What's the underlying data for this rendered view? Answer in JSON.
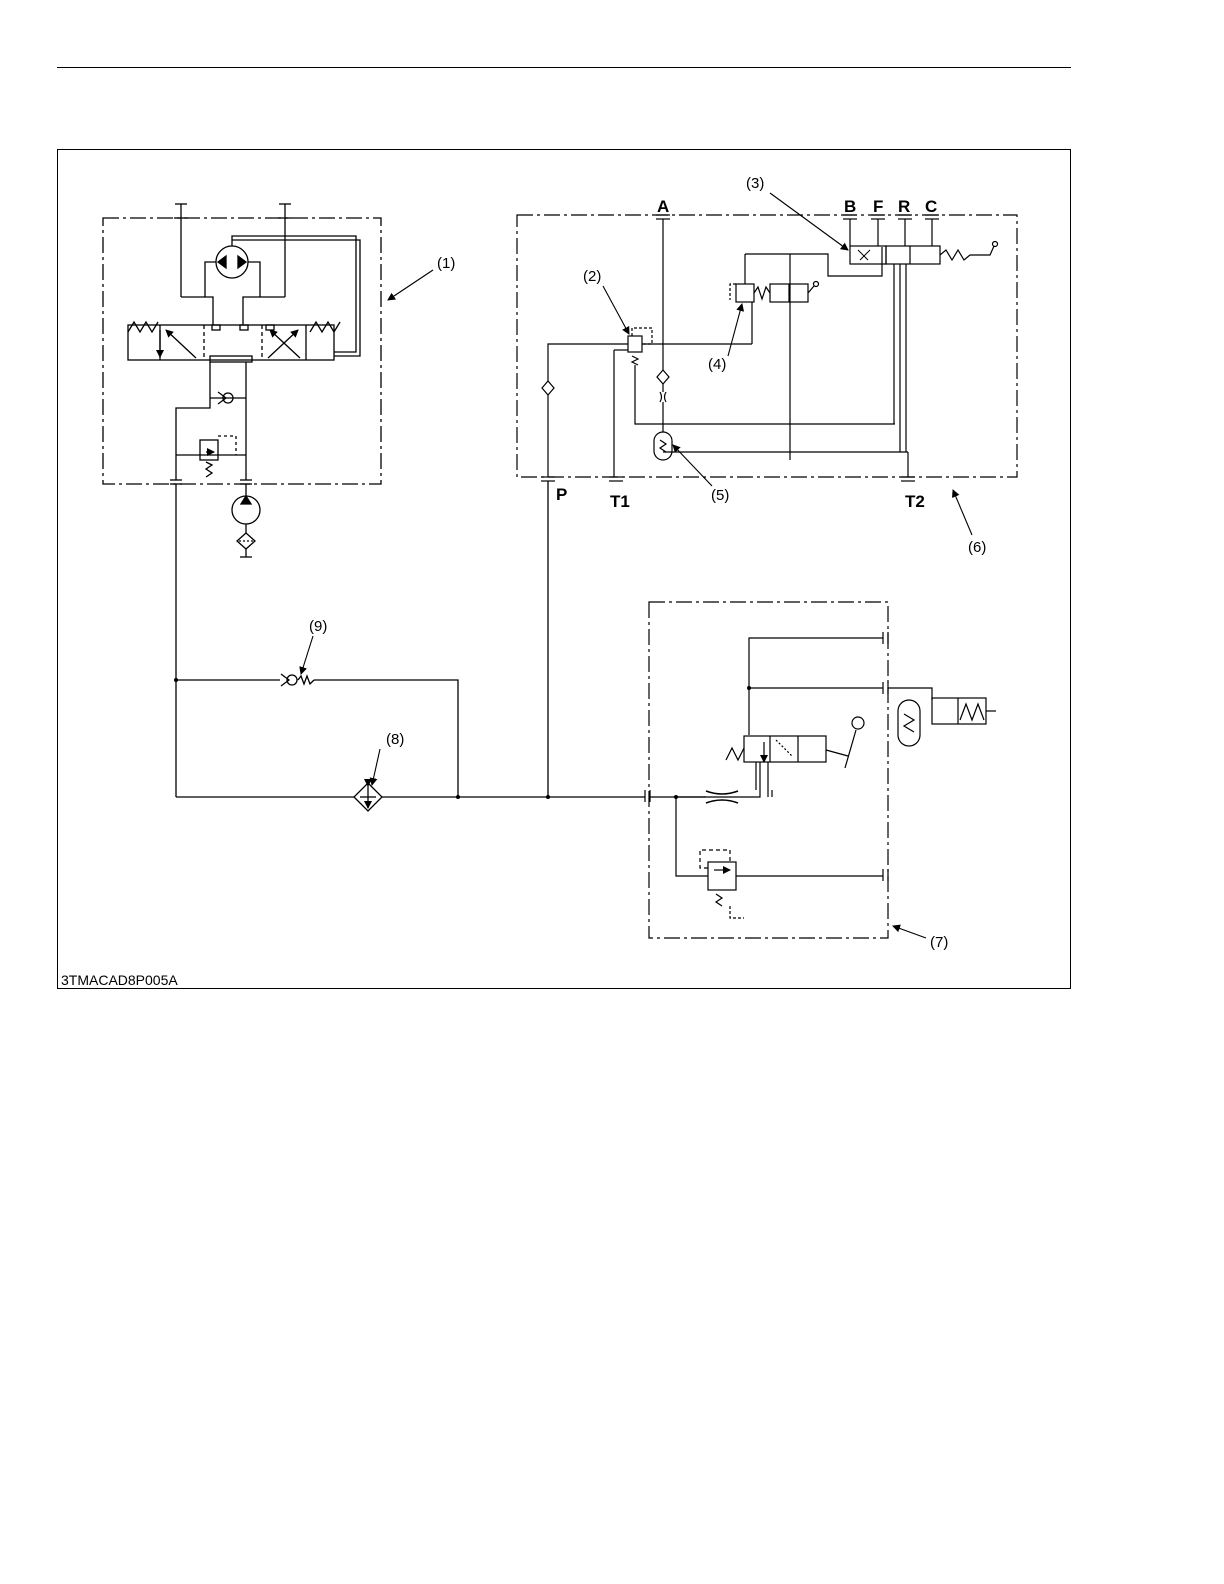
{
  "figure": {
    "code": "3TMACAD8P005A"
  },
  "ports": {
    "a": "A",
    "b": "B",
    "f": "F",
    "r": "R",
    "c": "C",
    "p": "P",
    "t1": "T1",
    "t2": "T2"
  },
  "callouts": [
    "(1)",
    "(2)",
    "(3)",
    "(4)",
    "(5)",
    "(6)",
    "(7)",
    "(8)",
    "(9)"
  ]
}
